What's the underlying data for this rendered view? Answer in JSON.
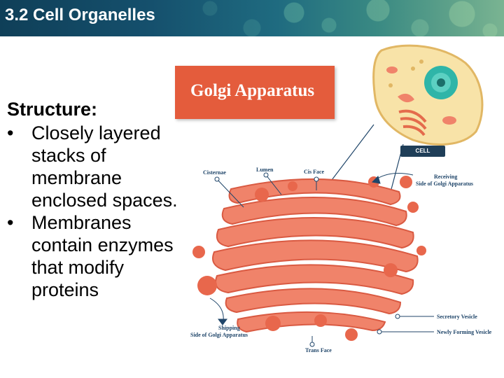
{
  "slide": {
    "title": "3.2 Cell Organelles"
  },
  "content": {
    "heading": "Structure:",
    "bullet_symbol": "•",
    "bullets": [
      {
        "lines": [
          "Closely layered",
          "stacks of",
          "membrane",
          "enclosed spaces."
        ]
      },
      {
        "lines": [
          "Membranes",
          "contain enzymes",
          "that modify",
          "proteins"
        ]
      }
    ]
  },
  "figure": {
    "banner_title": "Golgi Apparatus",
    "cell_tag": "CELL",
    "labels": {
      "cisternae": "Cisternae",
      "lumen": "Lumen",
      "cis_face": "Cis Face",
      "receiving_1": "Receiving",
      "receiving_2": "Side of Golgi Apparatus",
      "secretory_vesicle": "Secretory Vesicle",
      "newly_forming_vesicle": "Newly Forming Vesicle",
      "shipping_1": "Shipping",
      "shipping_2": "Side of Golgi Apparatus",
      "trans_face": "Trans Face"
    },
    "colors": {
      "banner": "#e45c3c",
      "organelle": "#f0836a",
      "organelle_dark": "#d95a42",
      "cell_body": "#f8e3a8",
      "nucleus": "#2fb5a8",
      "label_text": "#20466a"
    }
  }
}
